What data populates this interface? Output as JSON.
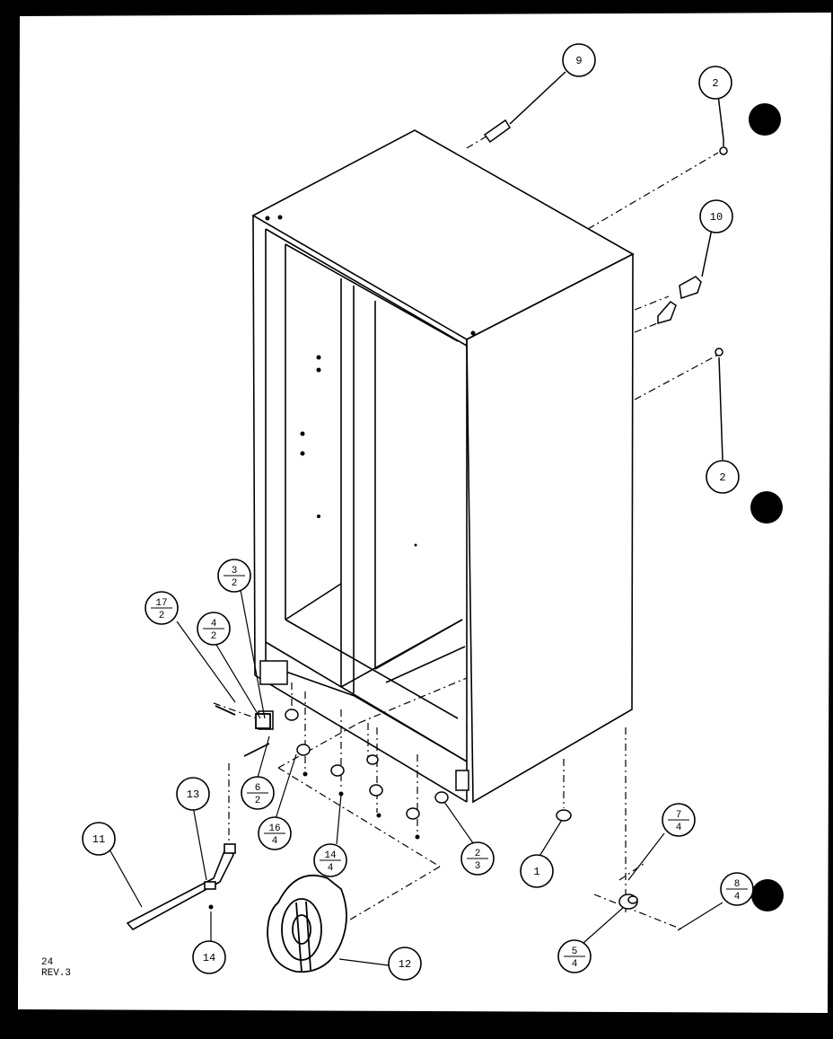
{
  "page": {
    "page_number": "24",
    "revision": "REV.3"
  },
  "callouts": {
    "c1": "1",
    "c2a": "2",
    "c2b": "2",
    "c9": "9",
    "c10": "10",
    "c11": "11",
    "c12": "12",
    "c13": "13",
    "c14": "14",
    "f3_2": {
      "top": "3",
      "bottom": "2"
    },
    "f4_2": {
      "top": "4",
      "bottom": "2"
    },
    "f17_2": {
      "top": "17",
      "bottom": "2"
    },
    "f6_2": {
      "top": "6",
      "bottom": "2"
    },
    "f16_4": {
      "top": "16",
      "bottom": "4"
    },
    "f14_4": {
      "top": "14",
      "bottom": "4"
    },
    "f2_3": {
      "top": "2",
      "bottom": "3"
    },
    "f7_4": {
      "top": "7",
      "bottom": "4"
    },
    "f8_4": {
      "top": "8",
      "bottom": "4"
    },
    "f5_4": {
      "top": "5",
      "bottom": "4"
    }
  }
}
